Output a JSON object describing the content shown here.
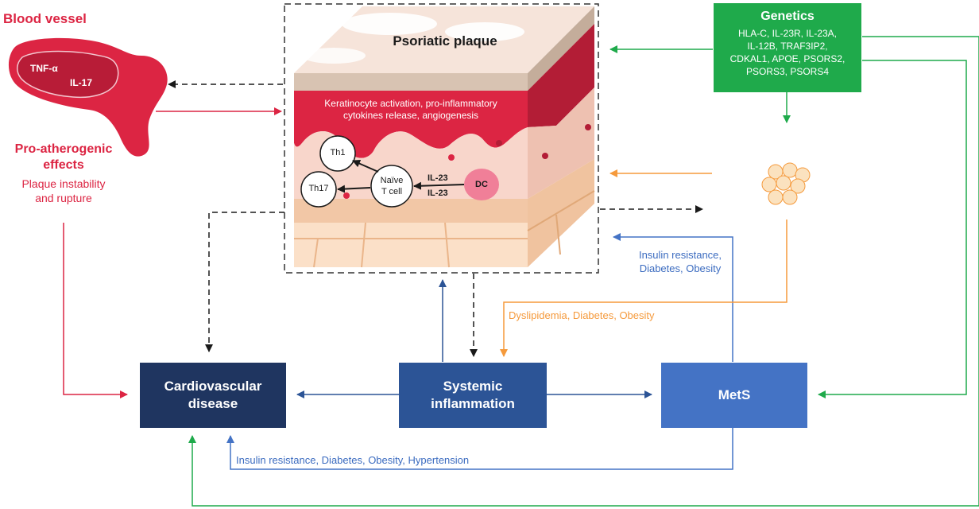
{
  "colors": {
    "red": "#dc2543",
    "green": "#1faa4b",
    "orange": "#f59a3c",
    "blue_dark": "#1f3560",
    "blue_mid": "#2c5496",
    "blue_light": "#4473c5",
    "blue_text": "#3c6cc0"
  },
  "blood_vessel": {
    "title": "Blood vessel",
    "cytokine_1": "TNF-α",
    "cytokine_2": "IL-17",
    "effects_title_line1": "Pro-atherogenic",
    "effects_title_line2": "effects",
    "effects_desc_line1": "Plaque instability",
    "effects_desc_line2": "and rupture"
  },
  "plaque": {
    "title": "Psoriatic plaque",
    "desc_line1": "Keratinocyte activation, pro-inflammatory",
    "desc_line2": "cytokines release, angiogenesis",
    "cells": {
      "th1": "Th1",
      "th17": "Th17",
      "naive_line1": "Naïve",
      "naive_line2": "T cell",
      "il23_a": "IL-23",
      "il23_b": "IL-23",
      "dc": "DC"
    }
  },
  "genetics": {
    "title": "Genetics",
    "lines": [
      "HLA-C, IL-23R, IL-23A,",
      "IL-12B, TRAF3IP2,",
      "CDKAL1, APOE, PSORS2,",
      "PSORS3, PSORS4"
    ]
  },
  "adipose": {
    "title": "Adipose tissue"
  },
  "nodes": {
    "cvd_line1": "Cardiovascular",
    "cvd_line2": "disease",
    "sys_line1": "Systemic",
    "sys_line2": "inflammation",
    "mets": "MetS"
  },
  "edge_labels": {
    "mets_to_plaque_line1": "Insulin resistance,",
    "mets_to_plaque_line2": "Diabetes, Obesity",
    "adipose_to_sys": "Dyslipidemia, Diabetes, Obesity",
    "mets_to_cvd": "Insulin resistance, Diabetes, Obesity, Hypertension"
  }
}
